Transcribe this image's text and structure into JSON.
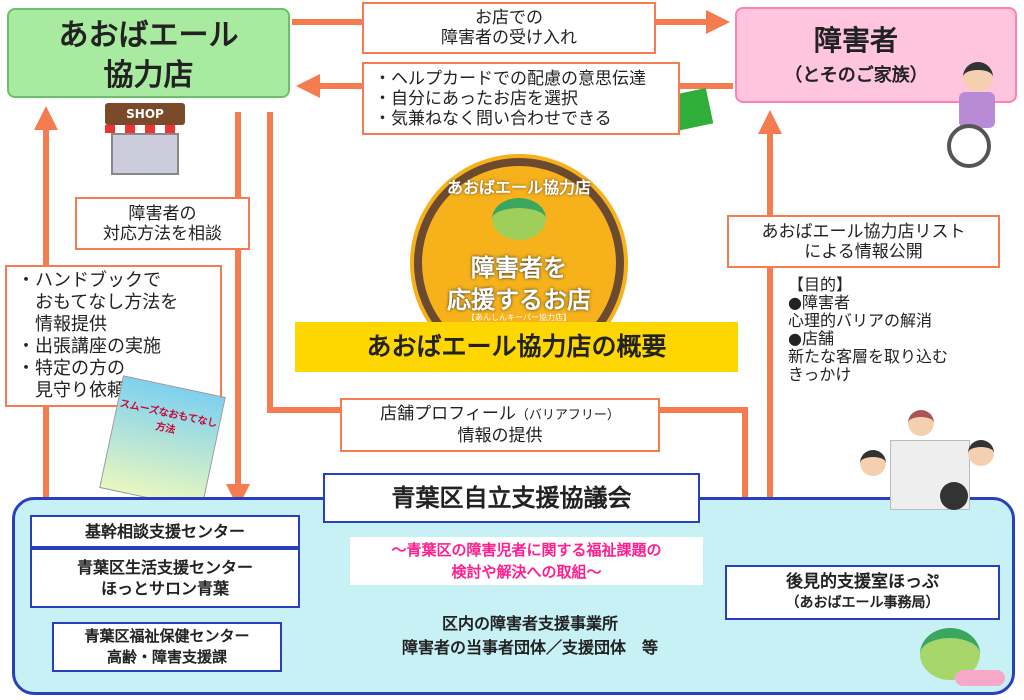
{
  "colors": {
    "arrow": "#f47c50",
    "store": "#a8eba0",
    "person": "#ffc4de",
    "council": "#c8f1f5",
    "banner": "#ffd700",
    "badge_brown": "#6b4a30",
    "badge_orange": "#f7b21b",
    "pink_text": "#ff1f8f"
  },
  "store": {
    "line1": "あおばエール",
    "line2": "協力店",
    "shop_sign": "SHOP"
  },
  "person": {
    "title": "障害者",
    "subtitle": "（とそのご家族）"
  },
  "arrow_boxes": {
    "accept": [
      "お店での",
      "障害者の受け入れ"
    ],
    "benefits": [
      "・ヘルプカードでの配慮の意思伝達",
      "・自分にあったお店を選択",
      "・気兼ねなく問い合わせできる"
    ],
    "consult": [
      "障害者の",
      "対応方法を相談"
    ],
    "support": [
      "・ハンドブックで",
      "　おもてなし方法を",
      "　情報提供",
      "・出張講座の実施",
      "・特定の方の",
      "　見守り依頼"
    ],
    "list": [
      "あおばエール協力店リスト",
      "による情報公開"
    ],
    "profile_main": "店舗プロフィール",
    "profile_small": "（バリアフリー）",
    "profile_line2": "情報の提供"
  },
  "purpose": [
    "【目的】",
    "●障害者",
    "心理的バリアの解消",
    "●店舗",
    "新たな客層を取り込む",
    "きっかけ"
  ],
  "badge": {
    "arc": "あおばエール協力店",
    "line1": "障害者を",
    "line2": "応援するお店",
    "small": "【あんしんキーパー協力店】"
  },
  "banner": "あおばエール協力店の概要",
  "handbook": {
    "title": "スムーズなおもてなし方法"
  },
  "council": {
    "title": "青葉区自立支援協議会",
    "boxes": [
      [
        "基幹相談支援センター"
      ],
      [
        "青葉区生活支援センター",
        "ほっとサロン青葉"
      ],
      [
        "青葉区福祉保健センター",
        "高齢・障害支援課"
      ]
    ],
    "mission": [
      "～青葉区の障害児者に関する福祉課題の",
      "検討や解決への取組～"
    ],
    "members": [
      "区内の障害者支援事業所",
      "障害者の当事者団体／支援団体　等"
    ],
    "office": [
      "後見的支援室ほっぷ",
      "（あおばエール事務局）"
    ]
  }
}
